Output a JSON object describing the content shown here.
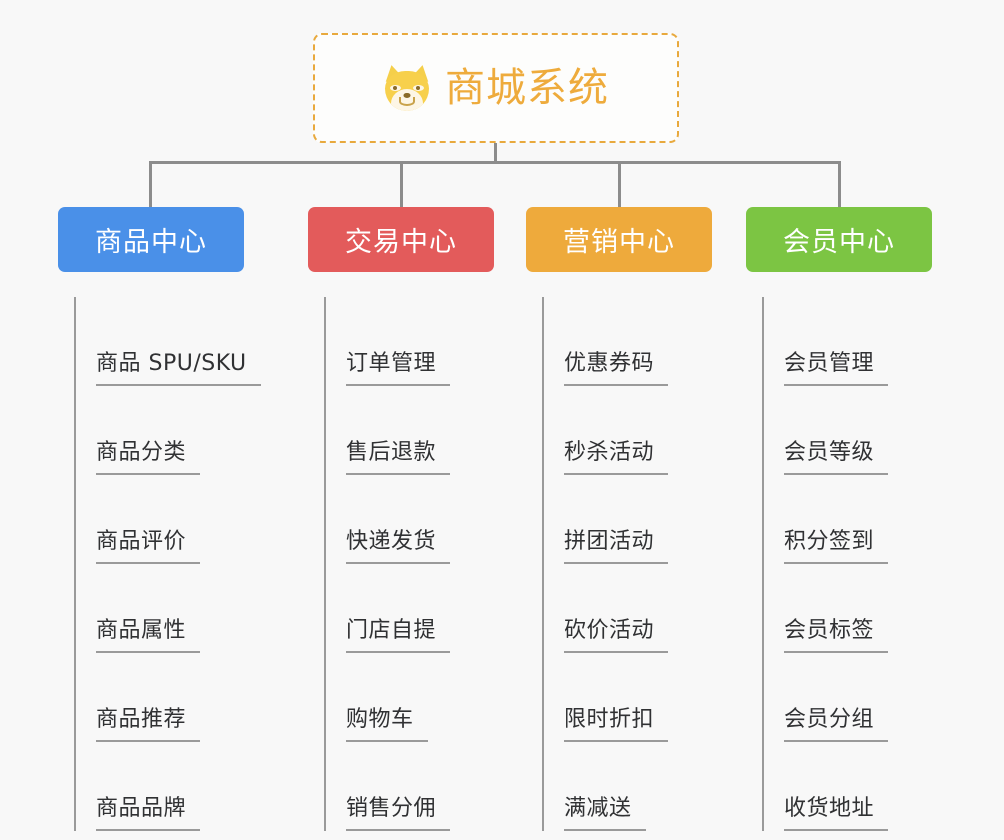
{
  "page": {
    "background_color": "#f8f8f8",
    "line_color": "#8c8c8c"
  },
  "root": {
    "title": "商城系统",
    "icon": "dog-face-icon",
    "text_color": "#eeab3c",
    "border_color": "#e8a93d",
    "border_style": "dashed"
  },
  "columns": [
    {
      "header": "商品中心",
      "color": "#4a90e8",
      "items": [
        "商品 SPU/SKU",
        "商品分类",
        "商品评价",
        "商品属性",
        "商品推荐",
        "商品品牌"
      ]
    },
    {
      "header": "交易中心",
      "color": "#e35b5b",
      "items": [
        "订单管理",
        "售后退款",
        "快递发货",
        "门店自提",
        "购物车",
        "销售分佣"
      ]
    },
    {
      "header": "营销中心",
      "color": "#eeaa3c",
      "items": [
        "优惠券码",
        "秒杀活动",
        "拼团活动",
        "砍价活动",
        "限时折扣",
        "满减送"
      ]
    },
    {
      "header": "会员中心",
      "color": "#7cc543",
      "items": [
        "会员管理",
        "会员等级",
        "积分签到",
        "会员标签",
        "会员分组",
        "收货地址"
      ]
    }
  ]
}
